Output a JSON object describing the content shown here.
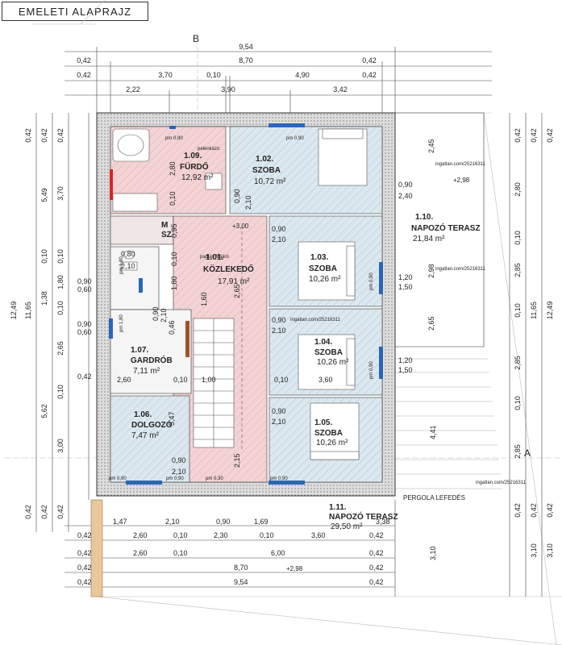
{
  "title": "EMELETI ALAPRAJZ",
  "axes": {
    "b": "B",
    "a": "A"
  },
  "rooms": [
    {
      "id": "r109",
      "num": "1.09.",
      "name": "FÜRDŐ",
      "area": "12,92 m²",
      "fill": "#f3d3d3"
    },
    {
      "id": "r102",
      "num": "1.02.",
      "name": "SZOBA",
      "area": "10,72 m²",
      "fill": "#dce8ef"
    },
    {
      "id": "r101",
      "num": "1.01.",
      "name": "KÖZLEKEDŐ",
      "area": "17,91 m²",
      "fill": "#f3d3d3"
    },
    {
      "id": "r103",
      "num": "1.03.",
      "name": "SZOBA",
      "area": "10,26 m²",
      "fill": "#dce8ef"
    },
    {
      "id": "r107",
      "num": "1.07.",
      "name": "GARDRÓB",
      "area": "7,11 m²",
      "fill": "#f5f5f5"
    },
    {
      "id": "r104",
      "num": "1.04.",
      "name": "SZOBA",
      "area": "10,26 m²",
      "fill": "#dce8ef"
    },
    {
      "id": "r106",
      "num": "1.06.",
      "name": "DOLGOZÓ",
      "area": "7,47 m²",
      "fill": "#dce8ef"
    },
    {
      "id": "r105",
      "num": "1.05.",
      "name": "SZOBA",
      "area": "10,26 m²",
      "fill": "#dce8ef"
    },
    {
      "id": "r110",
      "num": "1.10.",
      "name": "NAPOZÓ TERASZ",
      "area": "21,84 m²",
      "fill": "#ffffff"
    },
    {
      "id": "r111",
      "num": "1.11.",
      "name": "NAPOZÓ TERASZ",
      "area": "29,50 m²",
      "fill": "#ffffff"
    }
  ],
  "labels": {
    "pergola": "PERGOLA LEFEDÉS",
    "wc": "M",
    "wc2": "SZ",
    "level_top": "+3,00",
    "level_terrace": "+2,98",
    "level_bottom": "+2,98",
    "pelenkazo": "pelenkázó",
    "padlas": "padlás feljáró",
    "watermark": "ingatlan.com/25216311",
    "pm090": "pm 0,90",
    "pm180": "pm 1,80",
    "pm030": "pm 0,30"
  },
  "dims_top": {
    "r1": [
      "9,54"
    ],
    "r2": [
      "0,42",
      "8,70",
      "0,42"
    ],
    "r3": [
      "0,42",
      "3,70",
      "0,10",
      "4,90",
      "0,42"
    ],
    "r4": [
      "2,22",
      "3,90",
      "3,42"
    ]
  },
  "dims_bottom": {
    "r1": [
      "1,47",
      "2,10",
      "0,90",
      "1,69",
      "3,38"
    ],
    "r2": [
      "0,42",
      "2,60",
      "0,10",
      "2,30",
      "0,10",
      "3,60",
      "0,42"
    ],
    "r3": [
      "0,42",
      "2,60",
      "0,10",
      "6,00",
      "0,42"
    ],
    "r4": [
      "0,42",
      "8,70",
      "0,42"
    ],
    "r5": [
      "9,54"
    ]
  },
  "dims_left": {
    "c1": [
      "0,42",
      "3,70",
      "0,10",
      "1,80",
      "0,10",
      "2,65",
      "0,10",
      "3,00",
      "0,42"
    ],
    "c2": [
      "5,49",
      "0,10",
      "1,38",
      "5,62"
    ],
    "c3": [
      "12,49",
      "11,65"
    ]
  },
  "dims_right": {
    "c1": [
      "0,42",
      "2,80",
      "0,10",
      "2,85",
      "0,10",
      "2,85",
      "0,10",
      "2,85",
      "0,42"
    ],
    "c2": [
      "11,65",
      "12,49"
    ],
    "c3": [
      "0,42",
      "3,10"
    ]
  },
  "inner_dims": {
    "a": "2,80",
    "b": "0,10",
    "c": "2,10",
    "d": "0,90",
    "e": "2,45",
    "f": "2,40",
    "g": "2,98",
    "h": "2,65",
    "i": "1,20",
    "j": "1,50",
    "k": "0,80",
    "l": "0,60",
    "m": "1,80",
    "n": "0,46",
    "o": "5,47",
    "p": "4,41",
    "q": "2,15",
    "r": "2,60",
    "s": "1,00",
    "t": "3,60",
    "u": "0,95",
    "v": "1,60",
    "w": "0,42"
  }
}
